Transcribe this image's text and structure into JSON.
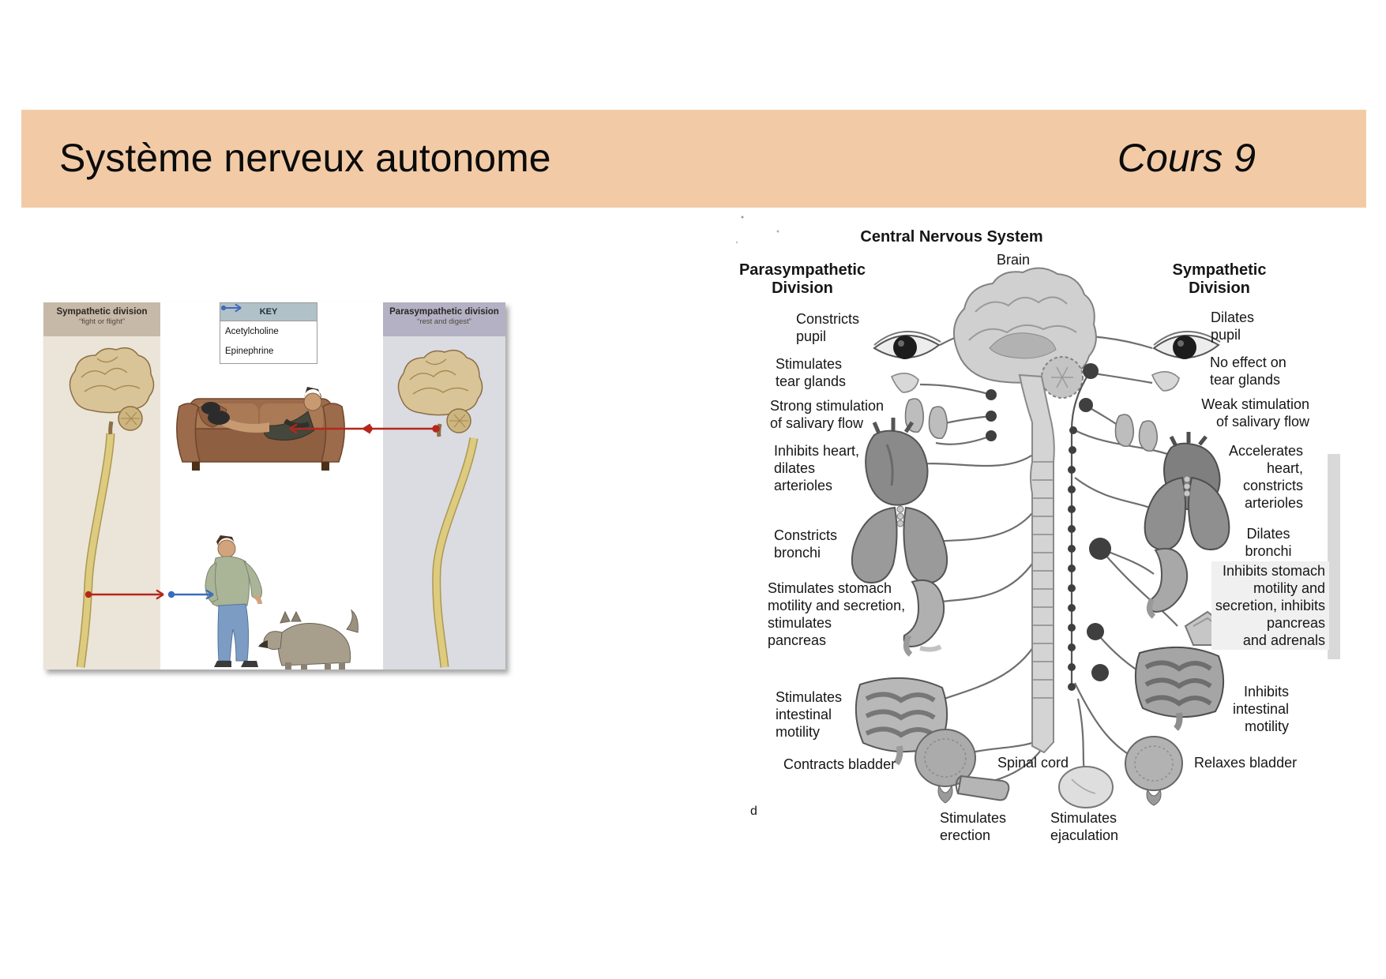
{
  "header": {
    "title": "Système nerveux autonome",
    "course": "Cours 9",
    "band_color": "#f2cba6"
  },
  "division_figure": {
    "sympathetic_panel": {
      "title": "Sympathetic division",
      "subtitle": "“fight or flight”",
      "header_color": "#c7b9a8",
      "body_color": "#ebe4d8"
    },
    "parasympathetic_panel": {
      "title": "Parasympathetic division",
      "subtitle": "“rest and digest”",
      "header_color": "#b3b1c3",
      "body_color": "#dbdbe2"
    },
    "key": {
      "title": "KEY",
      "items": [
        {
          "label": "Acetylcholine",
          "color": "#b5271d"
        },
        {
          "label": "Epinephrine",
          "color": "#3a6bbf"
        }
      ]
    }
  },
  "cns_figure": {
    "title": "Central Nervous System",
    "brain_label": "Brain",
    "spinal_cord_label": "Spinal cord",
    "figure_letter": "d",
    "parasympathetic": {
      "heading": "Parasympathetic\nDivision",
      "pupil": "Constricts\npupil",
      "tear_glands": "Stimulates\ntear glands",
      "salivary": "Strong stimulation\nof salivary flow",
      "heart": "Inhibits heart,\ndilates\narterioles",
      "bronchi": "Constricts\nbronchi",
      "stomach": "Stimulates stomach\nmotility and secretion,\nstimulates\npancreas",
      "intestine": "Stimulates\nintestinal\nmotility",
      "bladder": "Contracts bladder",
      "erection": "Stimulates\nerection"
    },
    "sympathetic": {
      "heading": "Sympathetic\nDivision",
      "pupil": "Dilates\npupil",
      "tear_glands": "No effect on\ntear glands",
      "salivary": "Weak stimulation\nof salivary flow",
      "heart": "Accelerates\nheart,\nconstricts\narterioles",
      "bronchi": "Dilates\nbronchi",
      "stomach": "Inhibits stomach\nmotility and\nsecretion, inhibits\npancreas\nand adrenals",
      "intestine": "Inhibits\nintestinal\nmotility",
      "bladder": "Relaxes bladder",
      "ejaculation": "Stimulates\nejaculation"
    }
  }
}
